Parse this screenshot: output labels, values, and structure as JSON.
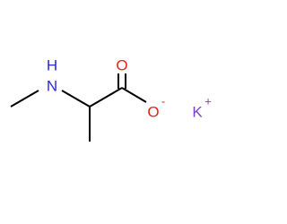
{
  "molecule": {
    "atoms": {
      "nitrogen": {
        "symbol": "N",
        "hydrogen": "H"
      },
      "carbonyl_oxygen": {
        "symbol": "O"
      },
      "anionic_oxygen": {
        "symbol": "O",
        "charge": "-"
      },
      "counter_ion": {
        "symbol": "K",
        "charge": "+"
      }
    },
    "colors": {
      "bond": "#000000",
      "nitrogen": "#2a2ad6",
      "oxygen": "#e0261b",
      "potassium": "#7b3fcf"
    }
  }
}
